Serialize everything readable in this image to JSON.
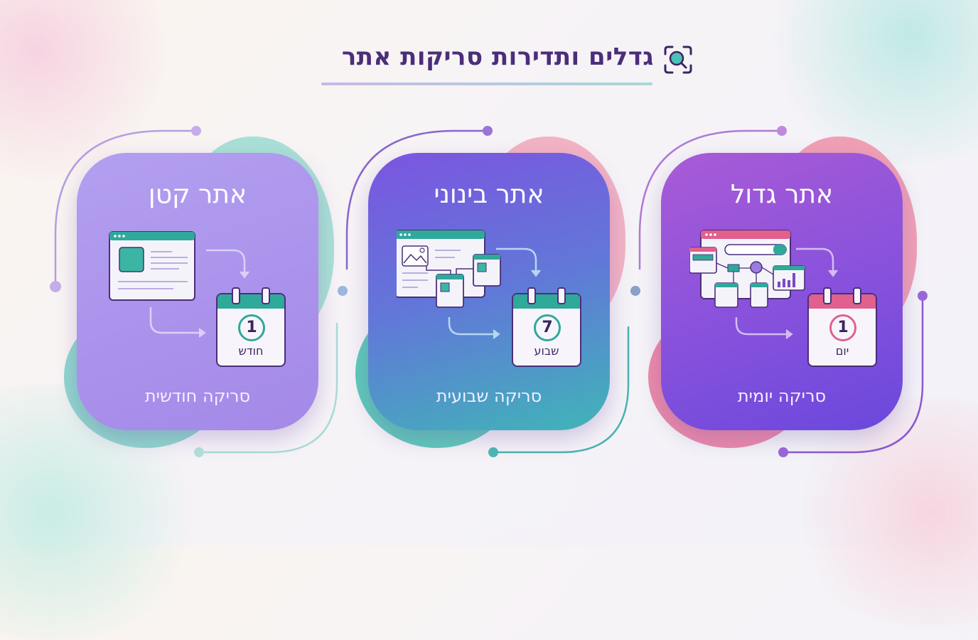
{
  "title": {
    "text": "גדלים ותדירות סריקות אתר",
    "icon": "scan-search-icon"
  },
  "cards": [
    {
      "id": "small",
      "title": "אתר קטן",
      "subtitle": "סריקה חודשית",
      "calendar": {
        "number": "1",
        "unit": "חודש"
      },
      "illustration": "simple-webpage-icon",
      "accent": "#2fa99a",
      "gradient": [
        "#a68be6",
        "#b49ff0"
      ]
    },
    {
      "id": "medium",
      "title": "אתר בינוני",
      "subtitle": "סריקה שבועית",
      "calendar": {
        "number": "7",
        "unit": "שבוע"
      },
      "illustration": "multi-page-website-icon",
      "accent": "#2fa99a",
      "gradient": [
        "#7b55e0",
        "#3fb5b8"
      ]
    },
    {
      "id": "large",
      "title": "אתר גדול",
      "subtitle": "סריקה יומית",
      "calendar": {
        "number": "1",
        "unit": "יום"
      },
      "illustration": "complex-website-sitemap-icon",
      "accent": "#e0608e",
      "gradient": [
        "#a35ad6",
        "#6a48dc"
      ]
    }
  ],
  "colors": {
    "title": "#4b2e7a",
    "teal": "#2fa99a",
    "pink": "#e0608e",
    "purple": "#7b55e0"
  }
}
